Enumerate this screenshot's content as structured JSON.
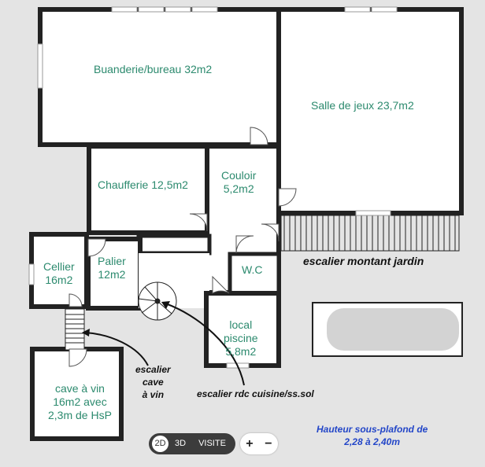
{
  "rooms": {
    "buanderie": "Buanderie/bureau 32m2",
    "salle_jeux": "Salle de jeux 23,7m2",
    "chaufferie": "Chaufferie 12,5m2",
    "couloir_1": "Couloir",
    "couloir_2": "5,2m2",
    "cellier_1": "Cellier",
    "cellier_2": "16m2",
    "palier_1": "Palier",
    "palier_2": "12m2",
    "wc": "W.C",
    "piscine_1": "local",
    "piscine_2": "piscine",
    "piscine_3": "5,8m2",
    "cave_1": "cave à vin",
    "cave_2": "16m2 avec",
    "cave_3": "2,3m de HsP"
  },
  "annotations": {
    "escalier_jardin": "escalier montant jardin",
    "escalier_cave_1": "escalier",
    "escalier_cave_2": "cave",
    "escalier_cave_3": "à vin",
    "escalier_rdc": "escalier rdc cuisine/ss.sol",
    "hauteur_1": "Hauteur sous-plafond de",
    "hauteur_2": "2,28 à 2,40m"
  },
  "controls": {
    "view_2d": "2D",
    "view_3d": "3D",
    "view_visite": "VISITE",
    "zoom_in": "+",
    "zoom_out": "−"
  },
  "colors": {
    "wall": "#222222",
    "room_fill": "#ffffff",
    "label": "#2c8a6e",
    "note_blue": "#2346c8"
  }
}
